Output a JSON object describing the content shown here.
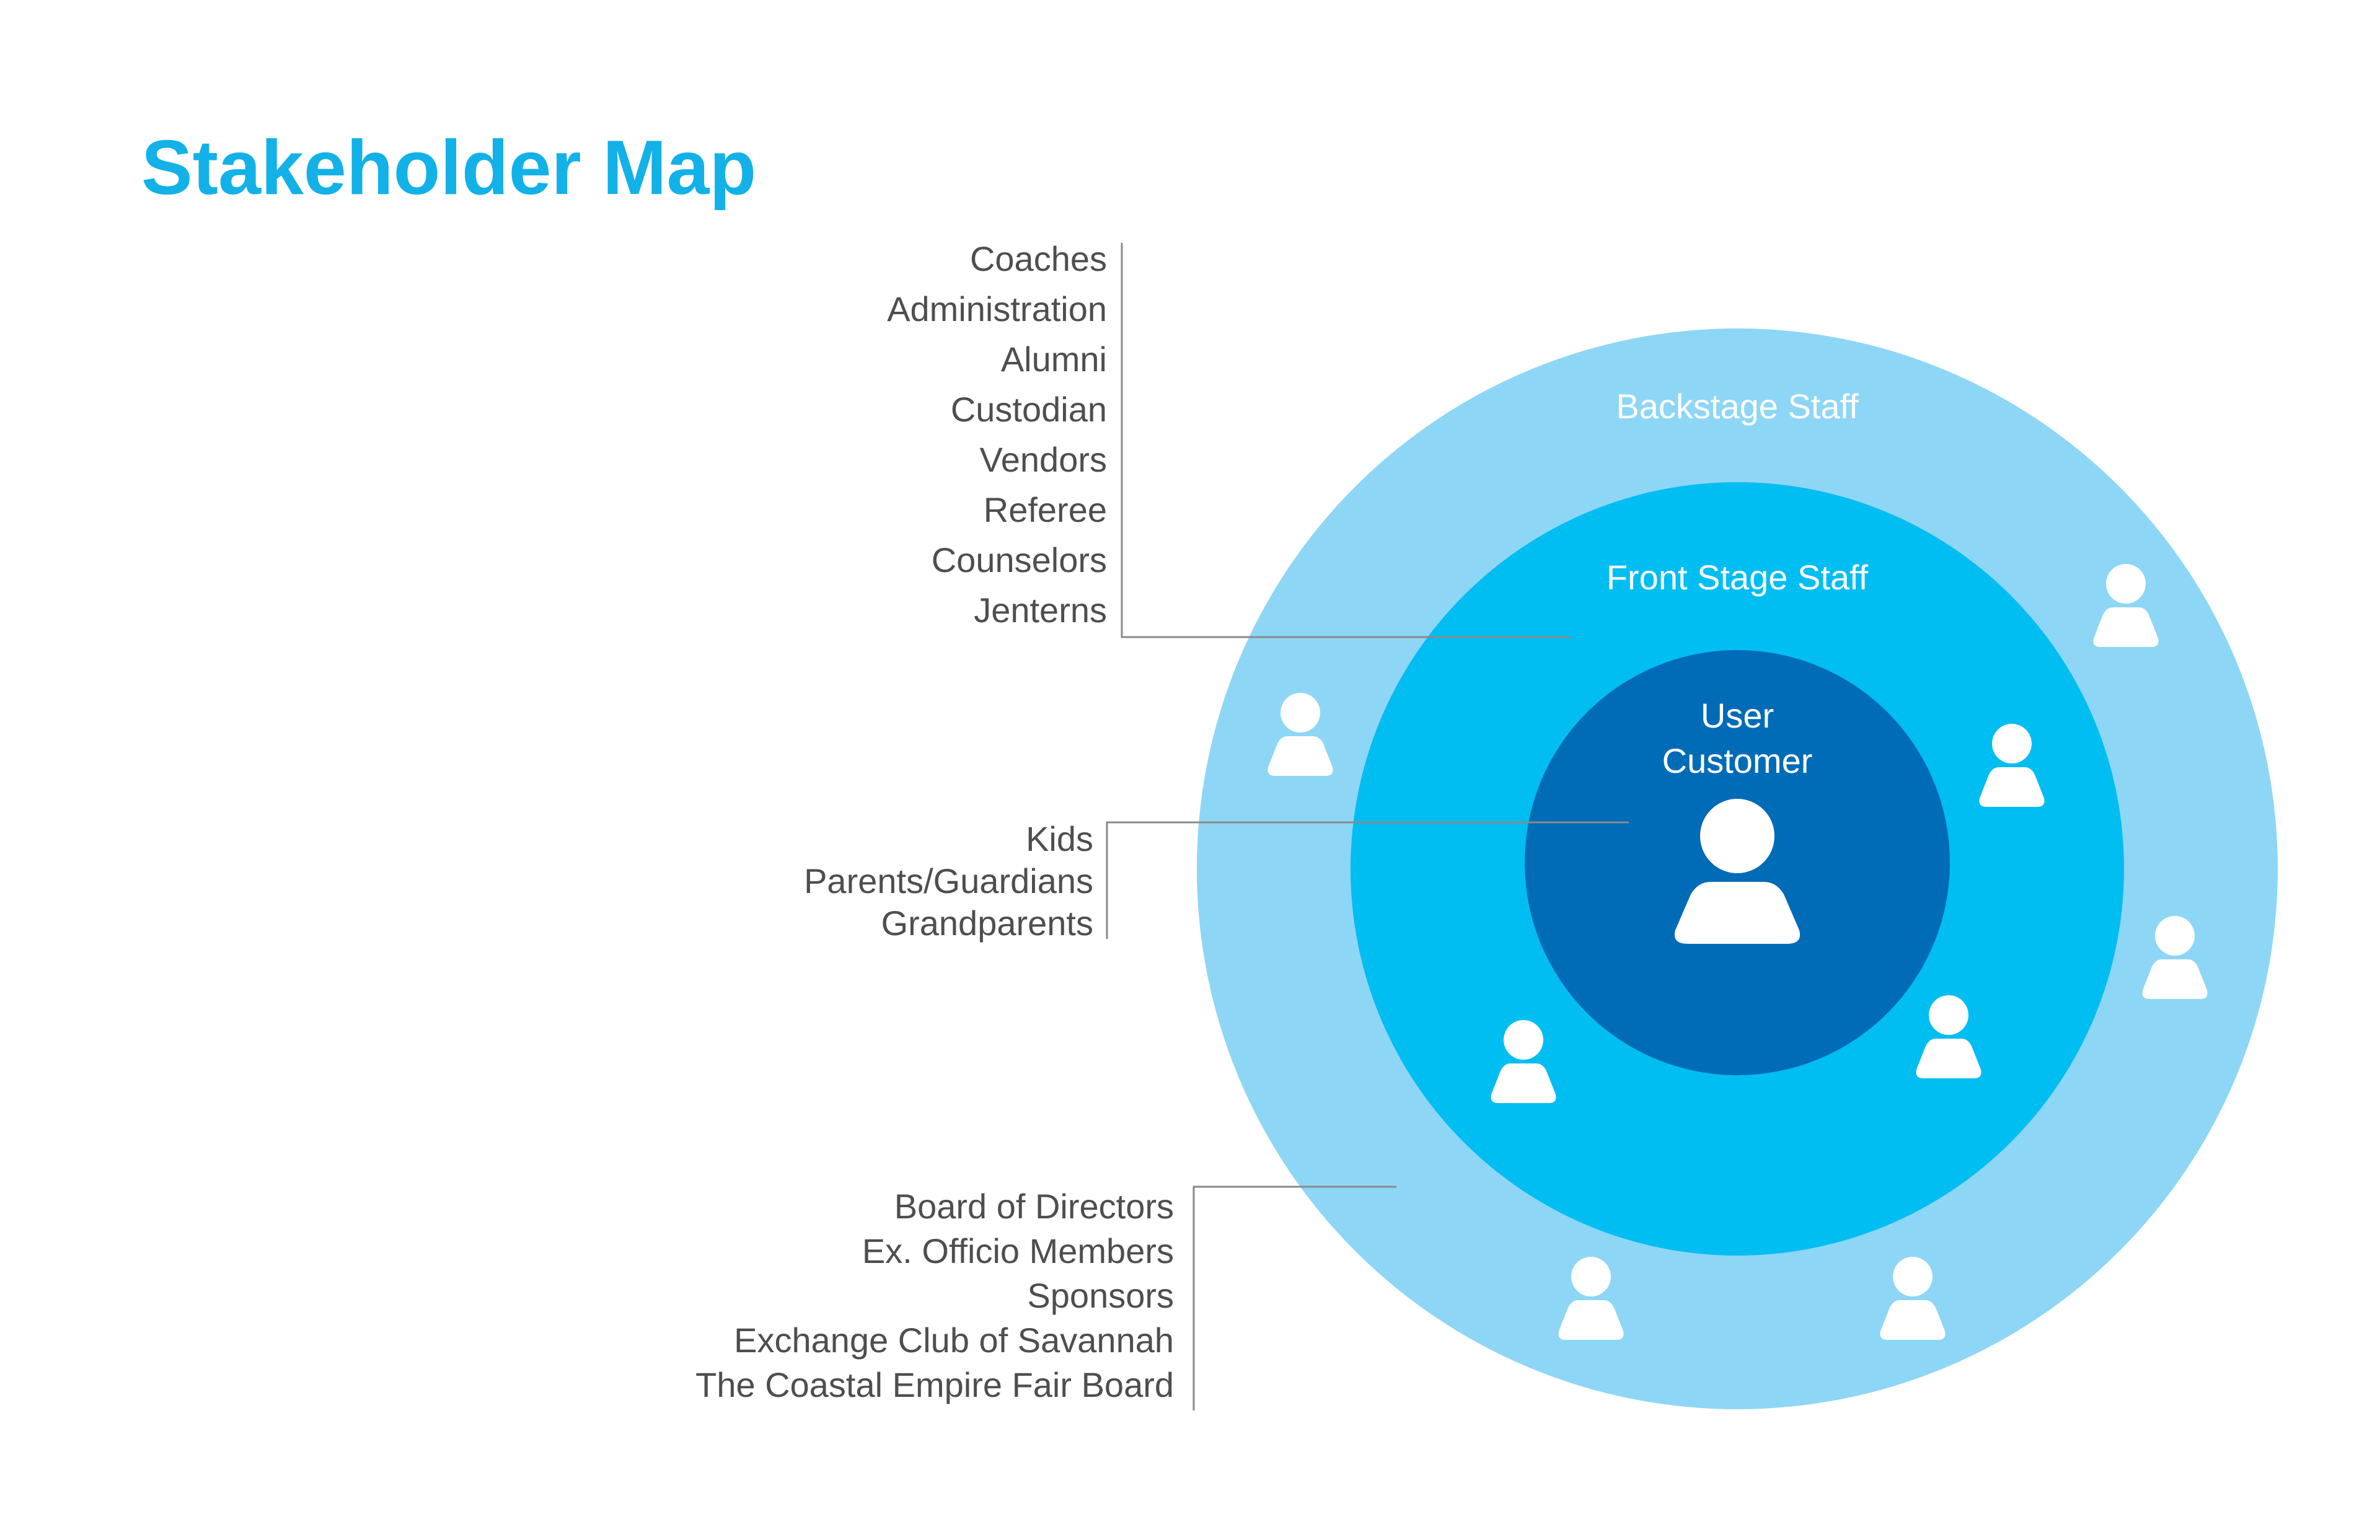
{
  "title": "Stakeholder Map",
  "colors": {
    "title": "#12b1e8",
    "outer_ring": "#8ed6f5",
    "middle_ring": "#00bdf2",
    "inner_circle": "#006bb6",
    "list_text": "#4e4e4e",
    "ring_text": "#ffffff",
    "bracket_line": "#8a8a8a"
  },
  "rings": {
    "outer": {
      "label": "Backstage Staff"
    },
    "middle": {
      "label": "Front Stage Staff"
    },
    "inner": {
      "label_line1": "User",
      "label_line2": "Customer"
    }
  },
  "groups": {
    "backstage": {
      "items": [
        "Coaches",
        "Administration",
        "Alumni",
        "Custodian",
        "Vendors",
        "Referee",
        "Counselors",
        "Jenterns"
      ]
    },
    "users": {
      "items": [
        "Kids",
        "Parents/Guardians",
        "Grandparents"
      ]
    },
    "governance": {
      "items": [
        "Board of Directors",
        "Ex. Officio Members",
        "Sponsors",
        "Exchange Club of Savannah",
        "The Coastal Empire Fair Board"
      ]
    }
  },
  "icons": {
    "person": "person-icon"
  }
}
